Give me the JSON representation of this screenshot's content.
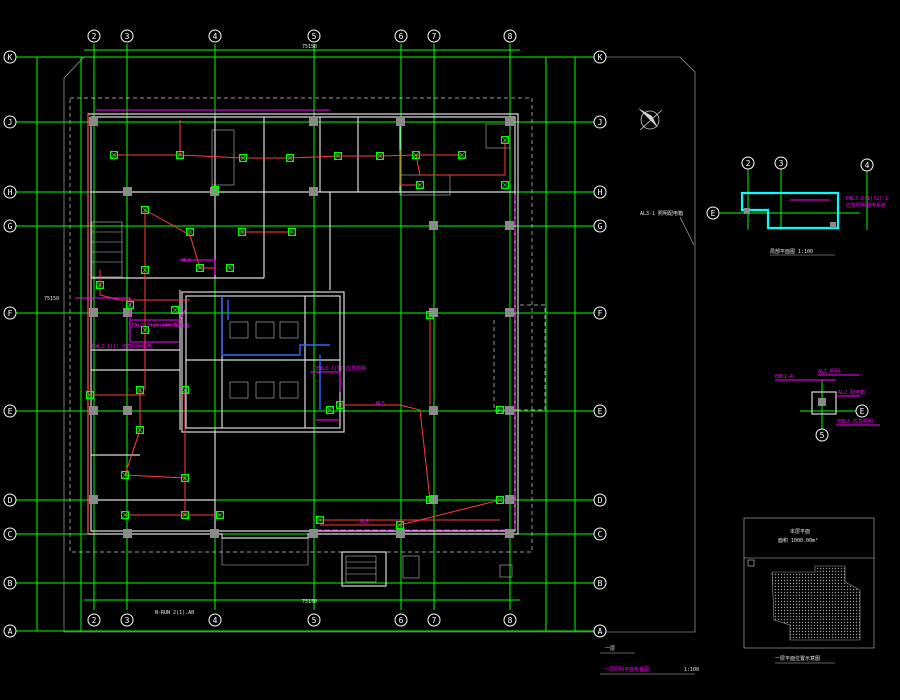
{
  "drawing": {
    "colors": {
      "background": "#000000",
      "axis": "#00ff00",
      "wall": "#d9d9d9",
      "lighting_circuit": "#ff3b3b",
      "label": "#ff00ff",
      "cable_tray": "#2b6bff",
      "detail_outline": "#00ffff"
    },
    "grid_columns": [
      "2",
      "3",
      "4",
      "5",
      "6",
      "7",
      "8"
    ],
    "grid_rows": [
      "K",
      "J",
      "H",
      "G",
      "F",
      "E",
      "D",
      "C",
      "B",
      "A"
    ],
    "plan_labels": {
      "top_dim": "75150",
      "bottom_dim": "75150",
      "left_dim": "75150",
      "bottom_note": "N-RUN 2(1).AB",
      "core_label_1": "EWL3-1(2),1AB 配电箱",
      "core_label_2": "EWL3-1(1) 应急照明",
      "left_label": "EWL3-1(1) 应急照明配电",
      "mid_label_1": "WL5",
      "mid_label_2": "WL6",
      "mid_label_3": "WL6",
      "right_note": "AL3-1 照明配电箱"
    },
    "detail_1": {
      "columns": [
        "2",
        "3",
        "4"
      ],
      "row": "E",
      "note": "EWL3-1(1)(2)-1",
      "note_2": "应急照明配电系统",
      "caption": "局部平面图 1:100"
    },
    "detail_2": {
      "column": "5",
      "row": "E",
      "note_1": "EWL1-4",
      "note_2": "AL1 照明",
      "note_3": "AL2 配电箱",
      "note_4": "EWL3 应急照明"
    },
    "key_plan": {
      "caption_1": "本层平面",
      "caption_2": "面积  1000.00m²",
      "footer": "一层平面位置示意图"
    },
    "title_block": {
      "scale_label": "一层",
      "title": "一层照明平面布置图",
      "scale": "1:100"
    }
  }
}
